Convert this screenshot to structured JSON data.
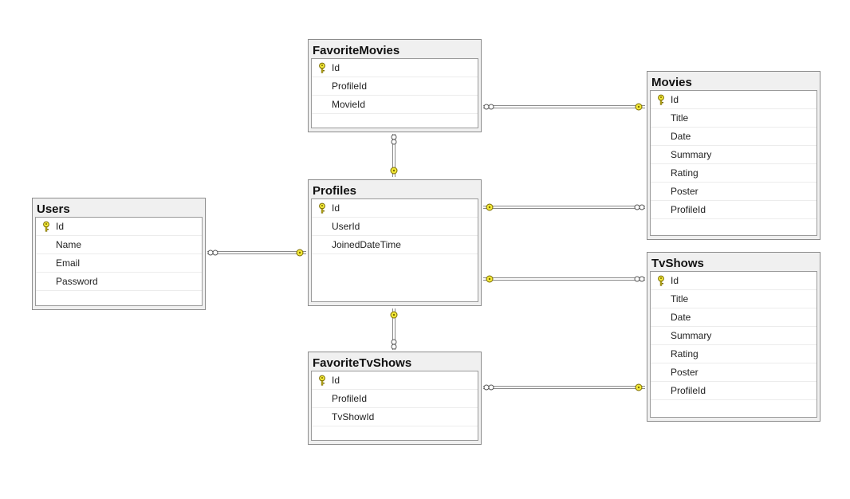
{
  "tables": {
    "favorite_movies": {
      "title": "FavoriteMovies",
      "columns": [
        {
          "name": "Id",
          "primary_key": true
        },
        {
          "name": "ProfileId",
          "primary_key": false
        },
        {
          "name": "MovieId",
          "primary_key": false
        }
      ]
    },
    "movies": {
      "title": "Movies",
      "columns": [
        {
          "name": "Id",
          "primary_key": true
        },
        {
          "name": "Title",
          "primary_key": false
        },
        {
          "name": "Date",
          "primary_key": false
        },
        {
          "name": "Summary",
          "primary_key": false
        },
        {
          "name": "Rating",
          "primary_key": false
        },
        {
          "name": "Poster",
          "primary_key": false
        },
        {
          "name": "ProfileId",
          "primary_key": false
        }
      ]
    },
    "users": {
      "title": "Users",
      "columns": [
        {
          "name": "Id",
          "primary_key": true
        },
        {
          "name": "Name",
          "primary_key": false
        },
        {
          "name": "Email",
          "primary_key": false
        },
        {
          "name": "Password",
          "primary_key": false
        }
      ]
    },
    "profiles": {
      "title": "Profiles",
      "columns": [
        {
          "name": "Id",
          "primary_key": true
        },
        {
          "name": "UserId",
          "primary_key": false
        },
        {
          "name": "JoinedDateTime",
          "primary_key": false
        }
      ]
    },
    "tv_shows": {
      "title": "TvShows",
      "columns": [
        {
          "name": "Id",
          "primary_key": true
        },
        {
          "name": "Title",
          "primary_key": false
        },
        {
          "name": "Date",
          "primary_key": false
        },
        {
          "name": "Summary",
          "primary_key": false
        },
        {
          "name": "Rating",
          "primary_key": false
        },
        {
          "name": "Poster",
          "primary_key": false
        },
        {
          "name": "ProfileId",
          "primary_key": false
        }
      ]
    },
    "favorite_tv_shows": {
      "title": "FavoriteTvShows",
      "columns": [
        {
          "name": "Id",
          "primary_key": true
        },
        {
          "name": "ProfileId",
          "primary_key": false
        },
        {
          "name": "TvShowId",
          "primary_key": false
        }
      ]
    }
  },
  "relationships": [
    {
      "one": "movies",
      "many": "favorite_movies"
    },
    {
      "one": "profiles",
      "many": "favorite_movies"
    },
    {
      "one": "users",
      "many": "profiles"
    },
    {
      "one": "profiles",
      "many": "movies"
    },
    {
      "one": "profiles",
      "many": "tv_shows"
    },
    {
      "one": "profiles",
      "many": "favorite_tv_shows"
    },
    {
      "one": "tv_shows",
      "many": "favorite_tv_shows"
    }
  ],
  "colors": {
    "key_fill": "#f2e93a",
    "key_stroke": "#7a6a00",
    "connector": "#8a8a8a",
    "header_bg": "#f0f0f0"
  }
}
